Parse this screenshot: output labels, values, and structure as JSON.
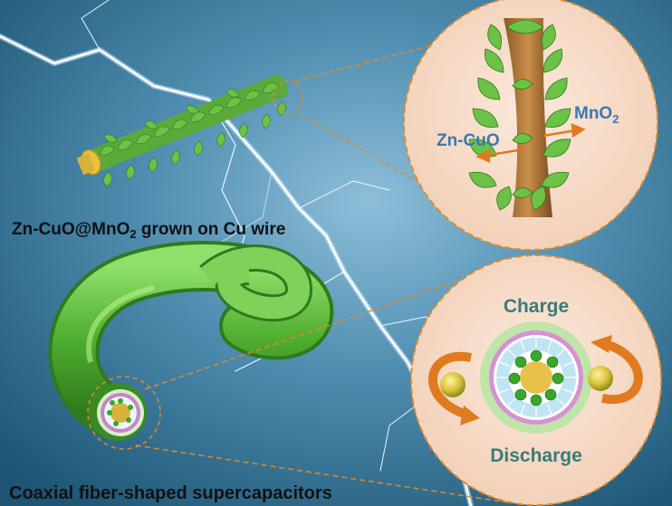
{
  "labels": {
    "zn_cuo": "Zn-CuO",
    "mno2_base": "MnO",
    "mno2_sub": "2",
    "wire_caption_part1": "Zn-CuO@MnO",
    "wire_caption_sub": "2",
    "wire_caption_part2": " grown on Cu wire",
    "charge": "Charge",
    "discharge": "Discharge",
    "fiber_caption": "Coaxial fiber-shaped supercapacitors"
  },
  "colors": {
    "background_dark": "#1f5a78",
    "background_light": "#7fb3cf",
    "leaf_green": "#5fbf3a",
    "copper_core": "#d9b23a",
    "callout_fill": "#f6dcc8",
    "callout_stroke": "#e08a2a",
    "arrow_orange": "#e07a1f",
    "label_blue": "#3a78b0",
    "charge_teal": "#3c7a78"
  }
}
